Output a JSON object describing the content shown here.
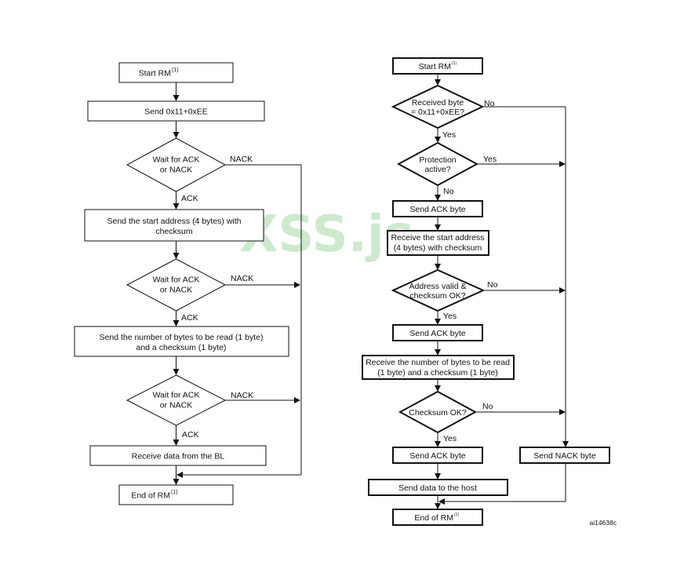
{
  "watermark": "XSS.js",
  "figure_ref": "ai14638c",
  "host": {
    "start": "Start RM",
    "start_sup": "(1)",
    "send_cmd": "Send 0x11+0xEE",
    "wait1_l1": "Wait for ACK",
    "wait1_l2": "or NACK",
    "send_addr_l1": "Send the start address (4 bytes) with",
    "send_addr_l2": "checksum",
    "wait2_l1": "Wait for ACK",
    "wait2_l2": "or NACK",
    "send_n_l1": "Send the number of bytes to be read (1 byte)",
    "send_n_l2": "and a checksum (1 byte)",
    "wait3_l1": "Wait for ACK",
    "wait3_l2": "or NACK",
    "receive": "Receive data from the BL",
    "end": "End of RM",
    "end_sup": "(1)",
    "nack1": "NACK",
    "ack1": "ACK",
    "nack2": "NACK",
    "ack2": "ACK",
    "nack3": "NACK",
    "ack3": "ACK"
  },
  "device": {
    "start": "Start RM",
    "start_sup": "(1)",
    "d1_l1": "Received byte",
    "d1_l2": "= 0x11+0xEE?",
    "d1_no": "No",
    "d1_yes": "Yes",
    "d2_l1": "Protection",
    "d2_l2": "active?",
    "d2_yes": "Yes",
    "d2_no": "No",
    "ack1": "Send ACK byte",
    "recv_addr_l1": "Receive the start address",
    "recv_addr_l2": "(4 bytes) with checksum",
    "d3_l1": "Address valid &",
    "d3_l2": "checksum OK?",
    "d3_no": "No",
    "d3_yes": "Yes",
    "ack2": "Send ACK byte",
    "recv_n_l1": "Receive the number of bytes to be read",
    "recv_n_l2": "(1 byte) and a checksum (1 byte)",
    "d4": "Checksum OK?",
    "d4_no": "No",
    "d4_yes": "Yes",
    "ack3": "Send ACK byte",
    "nack": "Send NACK byte",
    "send_data": "Send data to the host",
    "end": "End of RM",
    "end_sup": "(1)"
  }
}
